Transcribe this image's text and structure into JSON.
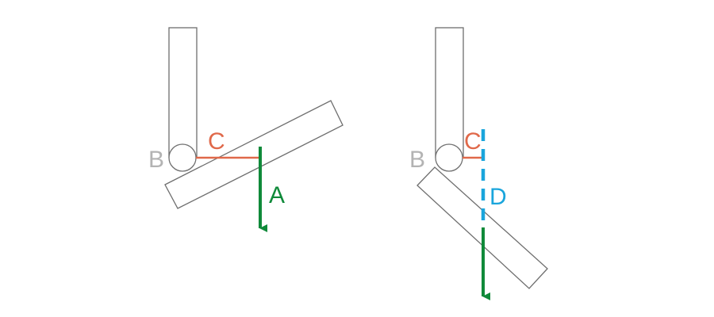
{
  "labels": {
    "left_pivot": "B",
    "left_arm": "C",
    "left_force": "A",
    "right_pivot": "B",
    "right_arm": "C",
    "right_line": "D"
  },
  "colors": {
    "outline": "#6e6e6e",
    "pivot_label": "#b3b3b3",
    "arm": "#e0694a",
    "force": "#108a3a",
    "dashed_line": "#1aa5dc"
  }
}
